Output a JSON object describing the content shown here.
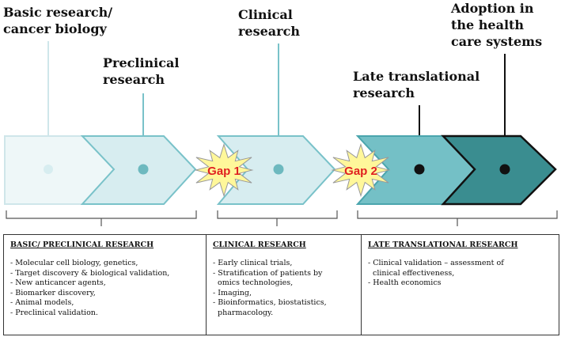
{
  "stages": [
    {
      "id": "basic",
      "lines": [
        "Basic research/",
        "cancer biology"
      ]
    },
    {
      "id": "preclinical",
      "lines": [
        "Preclinical",
        "research"
      ]
    },
    {
      "id": "clinical",
      "lines": [
        "Clinical",
        "research"
      ]
    },
    {
      "id": "late",
      "lines": [
        "Late translational",
        "research"
      ]
    },
    {
      "id": "adoption",
      "lines": [
        "Adoption in",
        "the health",
        "care systems"
      ]
    }
  ],
  "gaps": [
    {
      "label": "Gap 1"
    },
    {
      "label": "Gap 2"
    }
  ],
  "columns": [
    {
      "title": "BASIC/ PRECLINICAL RESEARCH",
      "items": [
        "- Molecular cell biology, genetics,",
        "- Target discovery & biological validation,",
        "- New anticancer agents,",
        "- Biomarker discovery,",
        "- Animal models,",
        "- Preclinical validation."
      ]
    },
    {
      "title": "CLINICAL RESEARCH",
      "items": [
        "- Early clinical trials,",
        "- Stratification of patients by",
        "  omics technologies,",
        "- Imaging,",
        "- Bioinformatics, biostatistics,",
        "  pharmacology."
      ]
    },
    {
      "title": "LATE TRANSLATIONAL RESEARCH",
      "items": [
        "- Clinical validation – assessment of",
        "  clinical effectiveness,",
        "- Health economics"
      ]
    }
  ],
  "colors": {
    "arrow_pale_fill": "#eef7f8",
    "arrow_pale_stroke": "#cfe6ea",
    "arrow_light_fill": "#d7edf0",
    "arrow_light_stroke": "#79c2c9",
    "arrow_mid_fill": "#74c0c6",
    "arrow_mid_stroke": "#4aa5ad",
    "arrow_dark_fill": "#3a8d90",
    "arrow_dark_stroke": "#111111",
    "gap_fill": "#fff79a",
    "gap_text": "#e02020"
  }
}
